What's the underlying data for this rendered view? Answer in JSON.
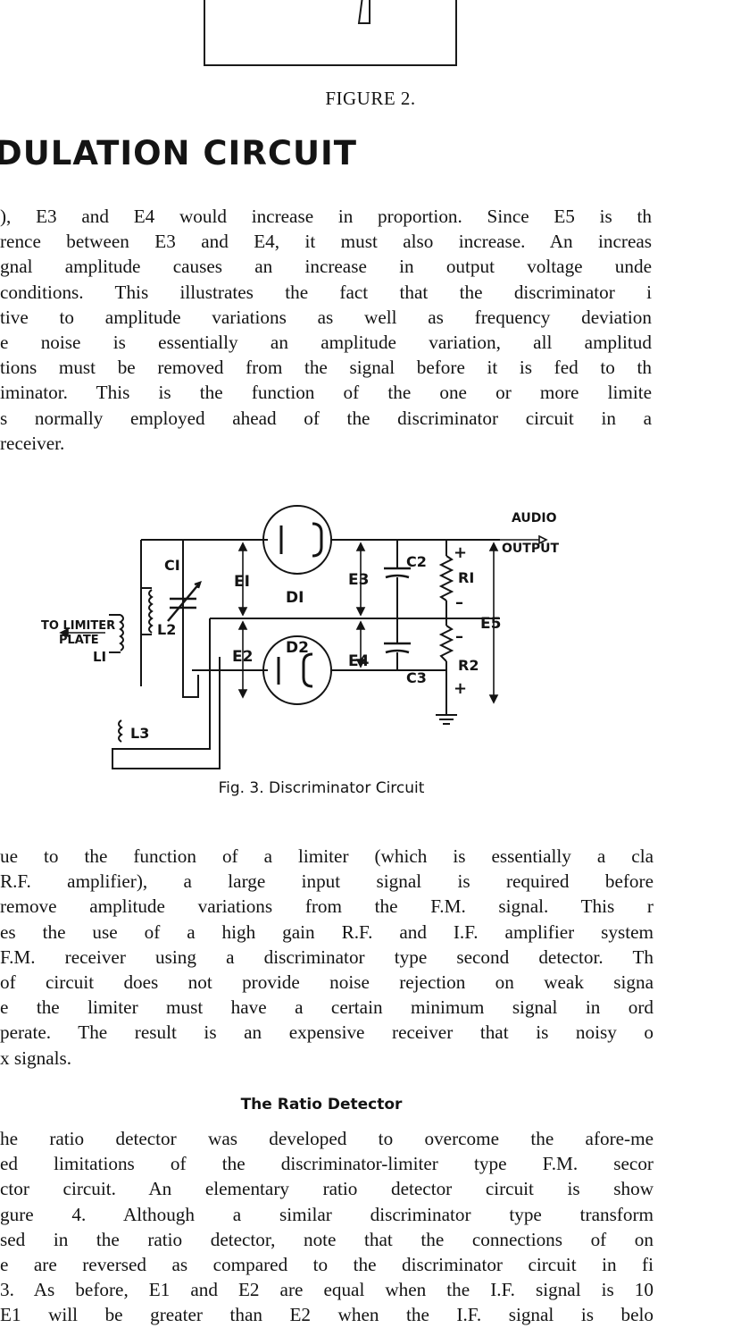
{
  "figure2_caption": "FIGURE 2.",
  "section_title": "DULATION CIRCUIT",
  "paragraph1": [
    "), E3 and E4 would increase in proportion.  Since E5 is th",
    "rence between E3 and E4, it must also increase. An increas",
    "gnal amplitude causes an increase in output voltage unde",
    " conditions. This illustrates the fact that the discriminator i",
    "tive to amplitude variations as well as frequency deviation",
    "e noise is essentially an amplitude variation, all amplitud",
    "tions must be removed from the signal before it is fed to th",
    "iminator. This is the function of the one or more limite",
    "s normally employed ahead of the discriminator circuit in a",
    " receiver."
  ],
  "figure3": {
    "caption": "Fig. 3. Discriminator Circuit",
    "labels": {
      "audio": "AUDIO",
      "output": "OUTPUT",
      "to_limiter": "TO LIMITER",
      "plate": "PLATE",
      "c1": "CI",
      "c2": "C2",
      "c3": "C3",
      "l1": "LI",
      "l2": "L2",
      "l3": "L3",
      "d1": "DI",
      "d2": "D2",
      "e1": "EI",
      "e2": "E2",
      "e3": "E3",
      "e4": "E4",
      "e5": "E5",
      "r1": "RI",
      "r2": "R2",
      "plus": "+",
      "minus": "–"
    }
  },
  "paragraph2": [
    "ue to the function of a limiter (which is essentially a cla",
    " R.F. amplifier), a large input signal is required before",
    " remove amplitude variations from the F.M. signal. This r",
    "es the use of a high gain R.F. and I.F. amplifier system",
    "F.M. receiver using a discriminator type second detector. Th",
    " of circuit does not provide noise rejection on weak signa",
    "e the limiter must have a certain minimum signal in ord",
    "perate. The result is an expensive receiver that is noisy o",
    "x signals."
  ],
  "heading2": "The Ratio Detector",
  "paragraph3": [
    "he ratio detector was developed to overcome the afore-me",
    "ed limitations of the discriminator-limiter type F.M. secor",
    "ctor circuit. An elementary ratio detector circuit is show",
    "gure 4.  Although a similar discriminator type transform",
    "sed in the ratio detector, note that the connections of on",
    "e are reversed as compared to the discriminator circuit in fi",
    "3. As before, E1 and E2 are equal when the I.F. signal is 10",
    " E1 will be greater than E2 when the I.F. signal is belo"
  ]
}
